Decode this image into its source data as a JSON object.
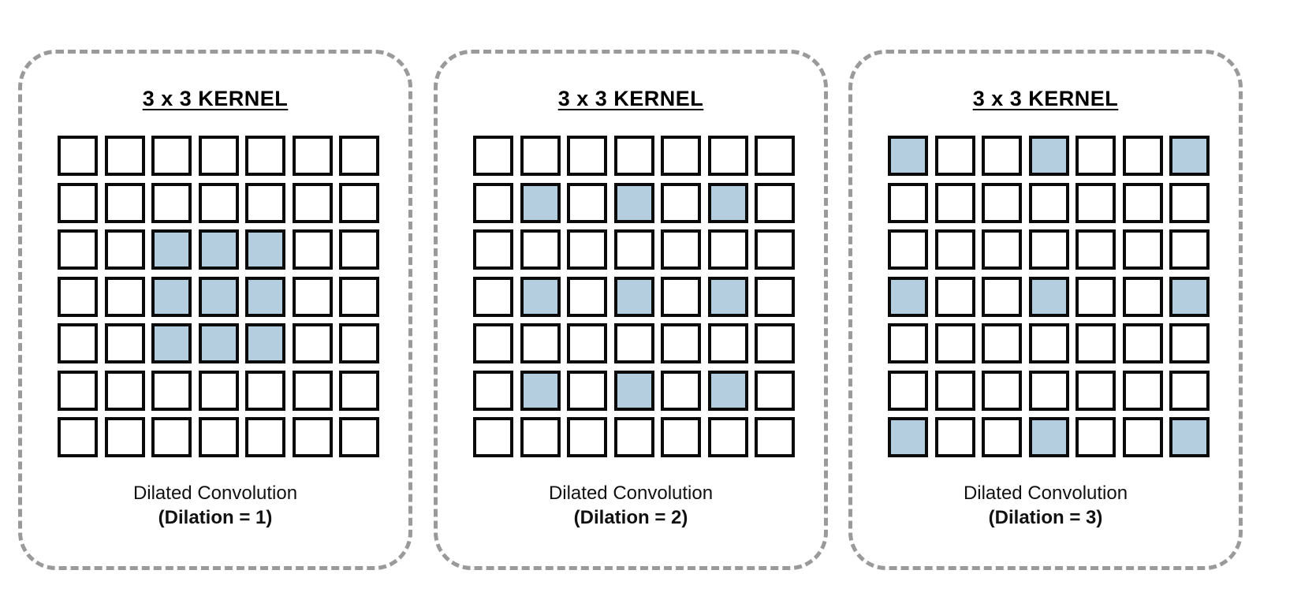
{
  "colors": {
    "active_cell": "#b4cee0",
    "inactive_cell": "#ffffff",
    "cell_border": "#0a0a0a",
    "panel_border": "#9a9a9a"
  },
  "grid_size": 7,
  "panels": [
    {
      "title": "3 x 3 KERNEL",
      "caption_line1": "Dilated Convolution",
      "caption_line2": "(Dilation = 1)",
      "dilation": 1,
      "active_cells": [
        [
          2,
          2
        ],
        [
          2,
          3
        ],
        [
          2,
          4
        ],
        [
          3,
          2
        ],
        [
          3,
          3
        ],
        [
          3,
          4
        ],
        [
          4,
          2
        ],
        [
          4,
          3
        ],
        [
          4,
          4
        ]
      ]
    },
    {
      "title": "3 x 3 KERNEL",
      "caption_line1": "Dilated Convolution",
      "caption_line2": "(Dilation = 2)",
      "dilation": 2,
      "active_cells": [
        [
          1,
          1
        ],
        [
          1,
          3
        ],
        [
          1,
          5
        ],
        [
          3,
          1
        ],
        [
          3,
          3
        ],
        [
          3,
          5
        ],
        [
          5,
          1
        ],
        [
          5,
          3
        ],
        [
          5,
          5
        ]
      ]
    },
    {
      "title": "3 x 3 KERNEL",
      "caption_line1": "Dilated Convolution",
      "caption_line2": "(Dilation = 3)",
      "dilation": 3,
      "active_cells": [
        [
          0,
          0
        ],
        [
          0,
          3
        ],
        [
          0,
          6
        ],
        [
          3,
          0
        ],
        [
          3,
          3
        ],
        [
          3,
          6
        ],
        [
          6,
          0
        ],
        [
          6,
          3
        ],
        [
          6,
          6
        ]
      ]
    }
  ]
}
